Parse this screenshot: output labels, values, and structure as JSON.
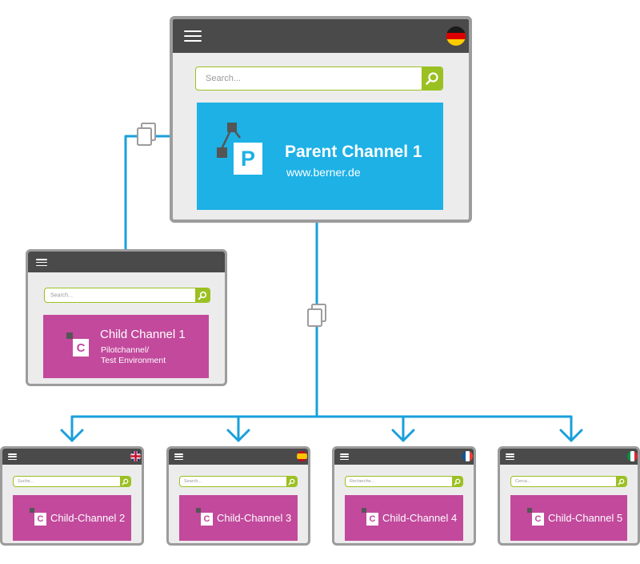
{
  "colors": {
    "connector": "#1a9fdb",
    "window_border": "#9c9c9c",
    "title_bar": "#4a4a4a",
    "parent_tile": "#1db1e6",
    "child_tile": "#c2499c",
    "search_accent": "#9bc022"
  },
  "parent": {
    "search_placeholder": "Search...",
    "badge": "P",
    "name": "Parent Channel 1",
    "url": "www.berner.de",
    "flag": "germany-flag-icon"
  },
  "pilot": {
    "search_placeholder": "Search...",
    "badge": "C",
    "name": "Child Channel 1",
    "desc_line1": "Pilotchannel/",
    "desc_line2": "Test Environment"
  },
  "children": [
    {
      "name": "Child-Channel 2",
      "badge": "C",
      "search_placeholder": "Suche...",
      "flag": "uk-flag-icon"
    },
    {
      "name": "Child-Channel 3",
      "badge": "C",
      "search_placeholder": "Search...",
      "flag": "spain-flag-icon"
    },
    {
      "name": "Child-Channel 4",
      "badge": "C",
      "search_placeholder": "Recherche...",
      "flag": "france-flag-icon"
    },
    {
      "name": "Child-Channel 5",
      "badge": "C",
      "search_placeholder": "Cerca...",
      "flag": "italy-flag-icon"
    }
  ]
}
